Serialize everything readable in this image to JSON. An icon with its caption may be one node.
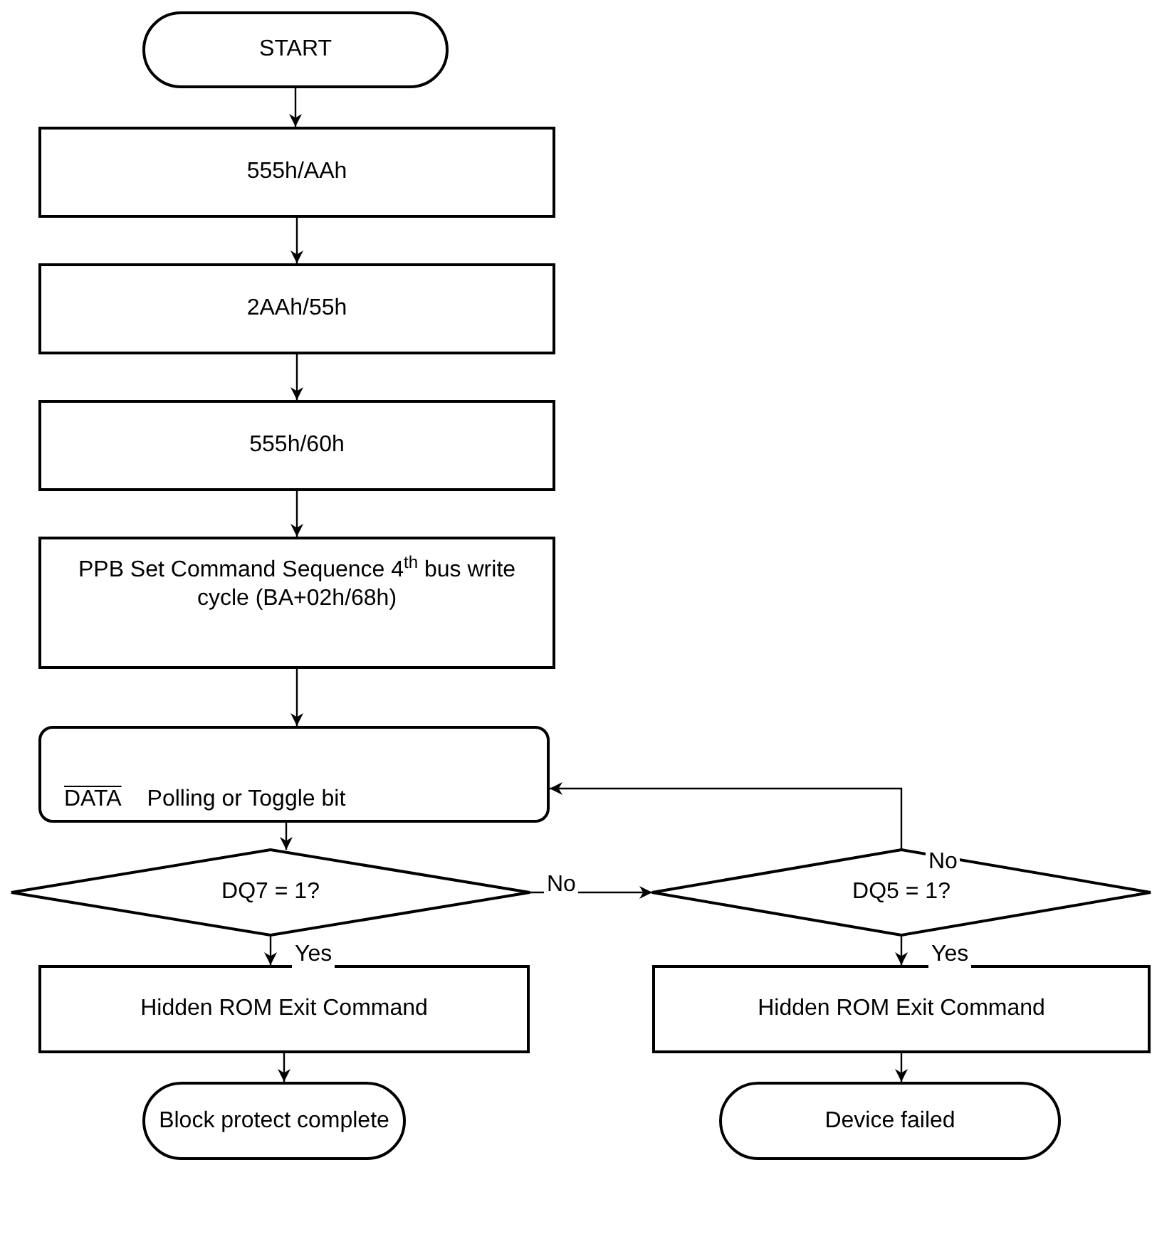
{
  "diagram": {
    "nodes": [
      {
        "text": [
          "START"
        ]
      },
      {
        "text": [
          "555h/AAh"
        ]
      },
      {
        "text": [
          "2AAh/55h"
        ]
      },
      {
        "text": [
          "555h/60h"
        ]
      },
      {
        "text": [
          "PPB Set Command Sequence 4$^{th}$ bus write cycle (BA+02h/68h)"
        ]
      },
      {
        "text": [
          "DATA",
          "Polling or Toggle bit"
        ]
      },
      {
        "text": [
          "DQ7 = 1?"
        ]
      },
      {
        "text": [
          "DQ5 = 1?"
        ]
      },
      {
        "text": [
          "Hidden ROM Exit Command"
        ]
      },
      {
        "text": [
          "Hidden ROM Exit Command"
        ]
      },
      {
        "text": [
          "Block protect complete"
        ]
      },
      {
        "text": [
          "Device failed"
        ]
      }
    ],
    "edges": [
      {
        "from": 0,
        "to": 1,
        "arrow": "to"
      },
      {
        "from": 1,
        "to": 2,
        "arrow": "to"
      },
      {
        "from": 2,
        "to": 3,
        "arrow": "to"
      },
      {
        "from": 3,
        "to": 4,
        "arrow": "to"
      },
      {
        "from": 4,
        "to": 5,
        "arrow": "to"
      },
      {
        "from": 5,
        "to": 6,
        "arrow": "to"
      },
      {
        "from": 6,
        "to": 7,
        "arrow": "to",
        "label": "No"
      },
      {
        "from": 7,
        "to": 5,
        "arrow": "to",
        "label": "No"
      },
      {
        "from": 6,
        "to": 8,
        "arrow": "to",
        "label": "Yes"
      },
      {
        "from": 7,
        "to": 9,
        "arrow": "to",
        "label": "Yes"
      },
      {
        "from": 8,
        "to": 10,
        "arrow": "to"
      },
      {
        "from": 9,
        "to": 11,
        "arrow": "to"
      }
    ]
  }
}
